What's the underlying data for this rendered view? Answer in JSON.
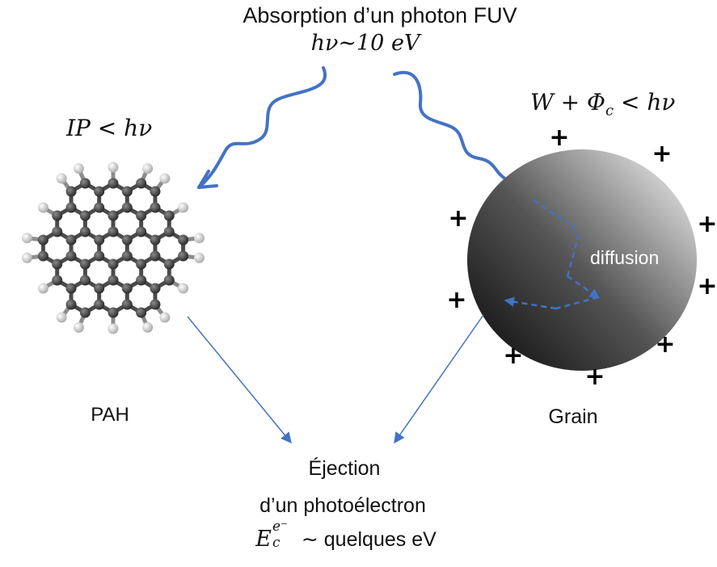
{
  "title": {
    "line1": "Absorption d’un photon FUV",
    "line2_math": "hν∼10 eV"
  },
  "pah": {
    "condition": "IP < hν",
    "label": "PAH"
  },
  "grain": {
    "condition": "W + Φ",
    "condition_sub": "c",
    "condition_tail": " < hν",
    "inner_label": "diffusion",
    "label": "Grain",
    "charge_symbol": "+"
  },
  "result": {
    "line1": "Éjection",
    "line2": "d’un photoélectron",
    "energy_symbol": "E",
    "energy_sub": "c",
    "energy_sup": "e⁻",
    "energy_tail": " ∼ quelques eV"
  },
  "colors": {
    "arrow_blue": "#4472c4",
    "carbon": "#3a3a3a",
    "hydrogen": "#e6e6e6",
    "grain_dark": "#1c1c1c",
    "grain_light": "#dcdcdc"
  }
}
